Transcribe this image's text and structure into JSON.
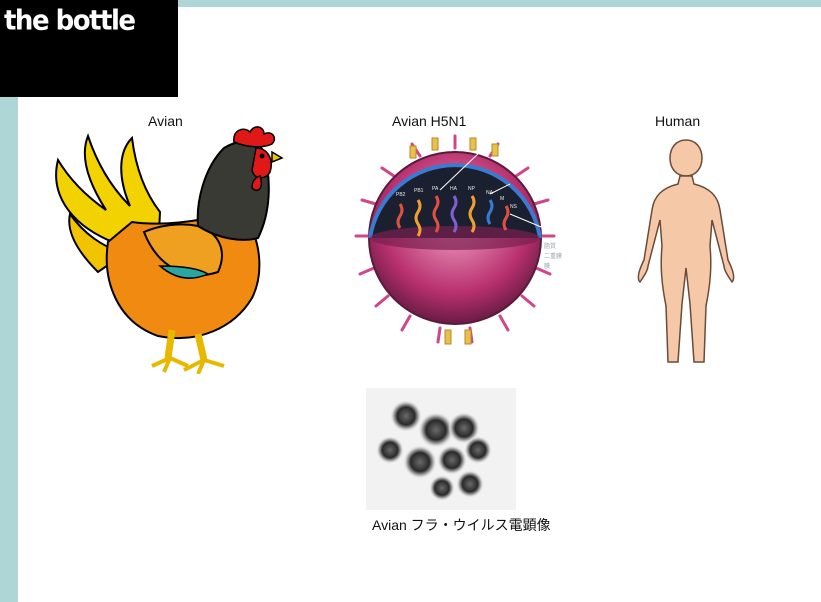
{
  "slide": {
    "logo_text": "the bottle",
    "labels": {
      "avian": "Avian",
      "virus": "Avian H5N1",
      "human": "Human",
      "micrograph_caption": "Avian フラ・ウイルス電顕像"
    },
    "virus_callouts": [
      "PB2",
      "PB1",
      "PA",
      "HA",
      "NP",
      "NA",
      "M",
      "NS"
    ],
    "virus_side_text": [
      "脂質",
      "二重膜",
      "膜"
    ],
    "colors": {
      "accent_bar": "#aed6d6",
      "logo_bg": "#000000",
      "rooster_body": "#f08a10",
      "rooster_tail": "#f2d200",
      "rooster_neck": "#3a3a34",
      "virus_spikes": "#d0468a",
      "human_skin": "#f5c8a8"
    }
  }
}
